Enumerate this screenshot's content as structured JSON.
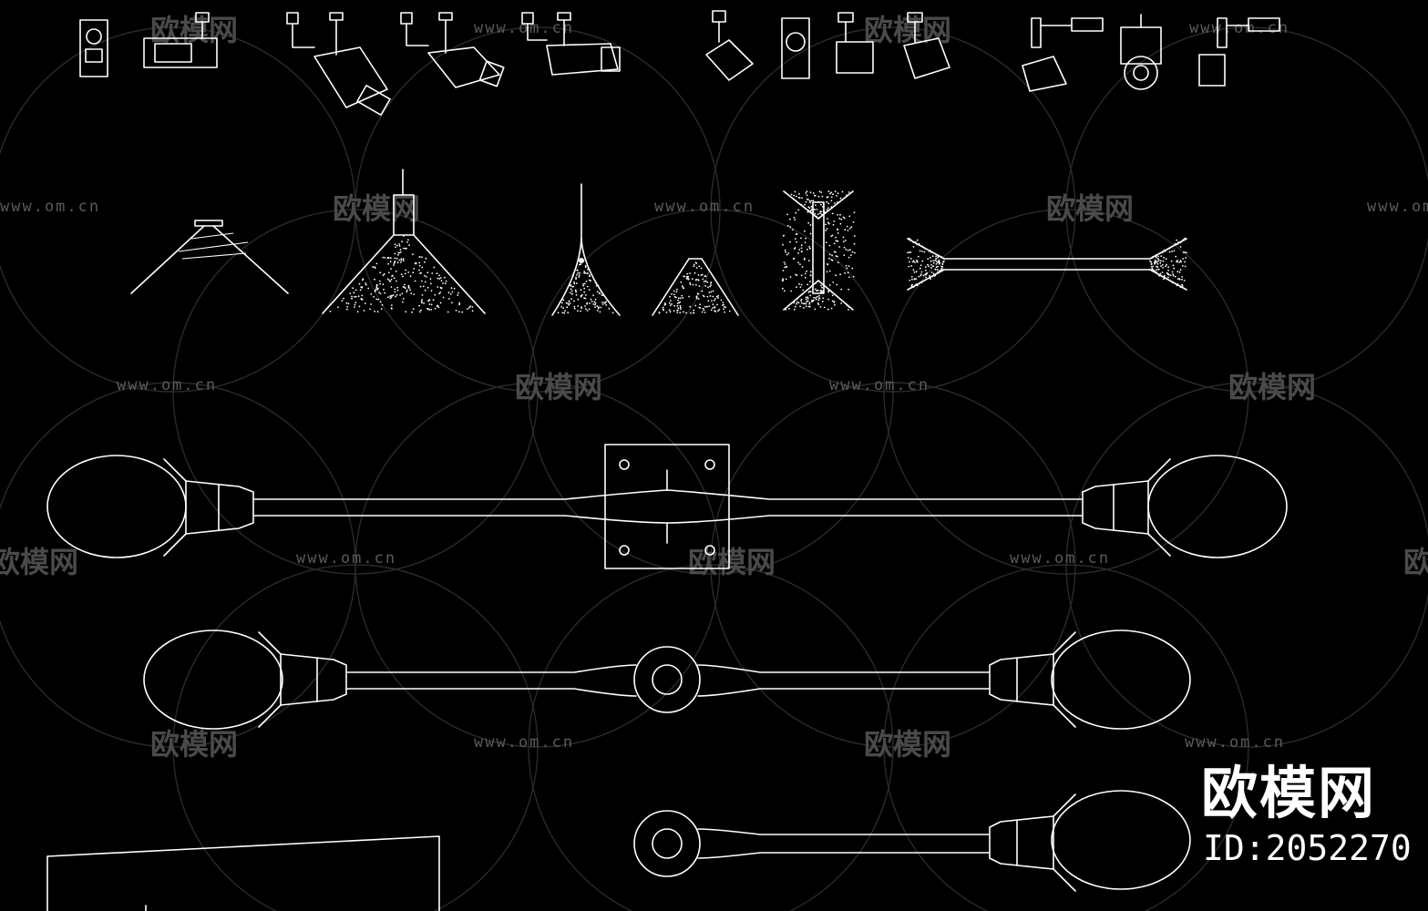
{
  "watermark": {
    "url_text": "www.om.cn",
    "cn_text": "欧模网"
  },
  "brand": {
    "name": "欧模网",
    "id_label": "ID:2052270"
  },
  "colors": {
    "background": "#000000",
    "lines": "#ffffff",
    "watermark": "#4a4a4a"
  }
}
